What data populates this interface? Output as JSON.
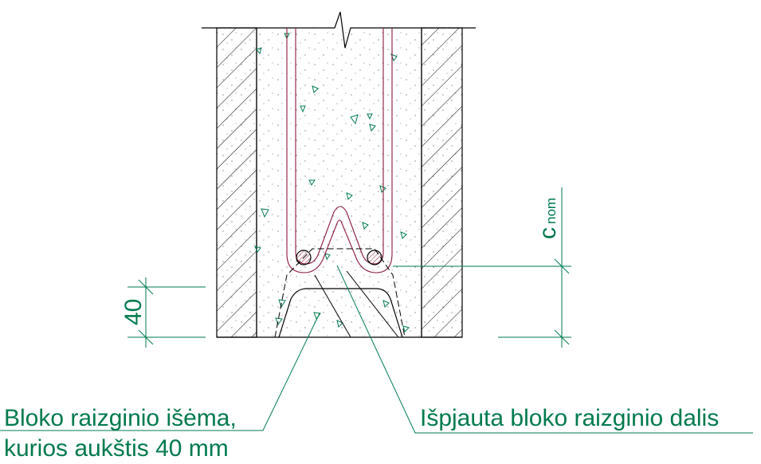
{
  "dimensions": {
    "depth_value": "40",
    "cnom_main": "c",
    "cnom_sub": "nom"
  },
  "labels": {
    "left_line1": "Bloko raizginio išėma,",
    "left_line2": "kurios aukštis 40 mm",
    "right_line1": "Išpjauta bloko raizginio dalis"
  },
  "colors": {
    "annotation": "#007a4d",
    "rebar": "#8b1a3a",
    "outline": "#000000"
  }
}
